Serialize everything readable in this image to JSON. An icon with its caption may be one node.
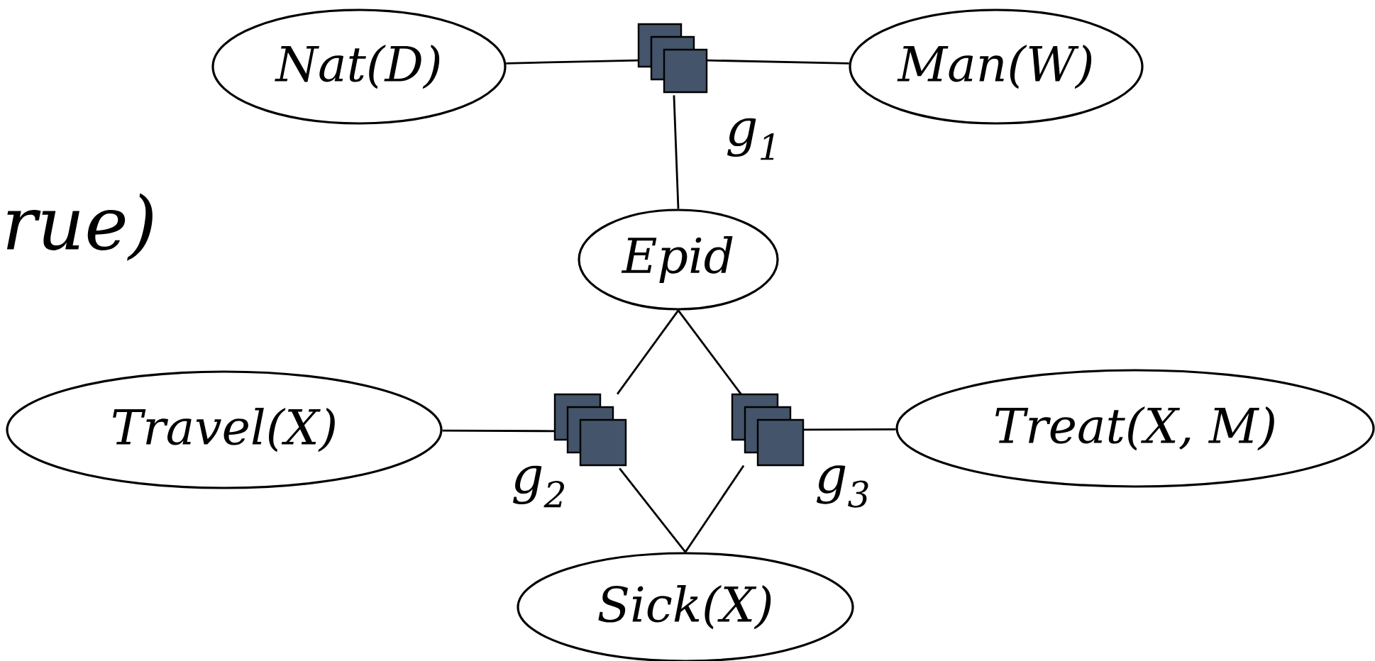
{
  "diagram": {
    "nodes": [
      {
        "text": [
          "Nat(D)"
        ]
      },
      {
        "text": [],
        "shape": "box",
        "beside": [
          "g$_{1}$"
        ]
      },
      {
        "text": [
          "Man(W)"
        ]
      },
      {
        "text": [
          "Epid"
        ]
      },
      {
        "text": [
          "Travel(X)"
        ]
      },
      {
        "text": [],
        "shape": "box",
        "beside": [
          "g$_{2}$"
        ]
      },
      {
        "text": [],
        "shape": "box",
        "beside": [
          "g$_{3}$"
        ]
      },
      {
        "text": [
          "Treat(X, M)"
        ]
      },
      {
        "text": [
          "Sick(X)"
        ]
      }
    ],
    "edges": [
      {
        "from": 0,
        "to": 1,
        "arrow": "none"
      },
      {
        "from": 1,
        "to": 2,
        "arrow": "none"
      },
      {
        "from": 1,
        "to": 3,
        "arrow": "none"
      },
      {
        "from": 3,
        "to": 5,
        "arrow": "none"
      },
      {
        "from": 3,
        "to": 6,
        "arrow": "none"
      },
      {
        "from": 4,
        "to": 5,
        "arrow": "none"
      },
      {
        "from": 6,
        "to": 7,
        "arrow": "none"
      },
      {
        "from": 5,
        "to": 8,
        "arrow": "none"
      },
      {
        "from": 6,
        "to": 8,
        "arrow": "none"
      }
    ],
    "labels": [
      "rue)"
    ]
  }
}
